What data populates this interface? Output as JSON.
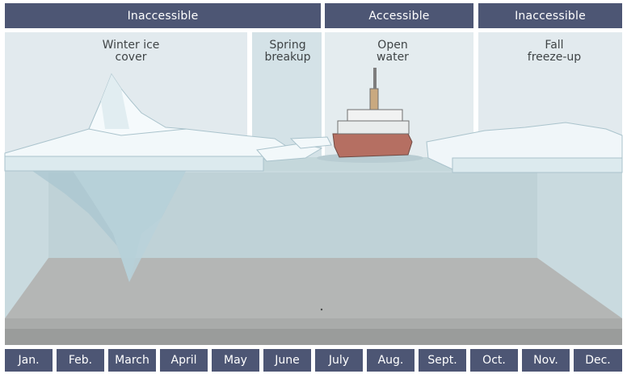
{
  "access_bars": [
    {
      "label": "Inaccessible"
    },
    {
      "label": "Accessible"
    },
    {
      "label": "Inaccessible"
    }
  ],
  "phases": [
    {
      "label": "Winter ice\ncover"
    },
    {
      "label": "Spring\nbreakup"
    },
    {
      "label": "Open\nwater"
    },
    {
      "label": "Fall\nfreeze-up"
    }
  ],
  "months": [
    "Jan.",
    "Feb.",
    "March",
    "April",
    "May",
    "June",
    "July",
    "Aug.",
    "Sept.",
    "Oct.",
    "Nov.",
    "Dec."
  ],
  "colors": {
    "bar": "#4d5674",
    "sky": "#dfe8ec",
    "water": "#c3d6da",
    "seabed": "#b3b5b4",
    "ice": "#eef5f8",
    "ship_hull": "#b56f62"
  }
}
